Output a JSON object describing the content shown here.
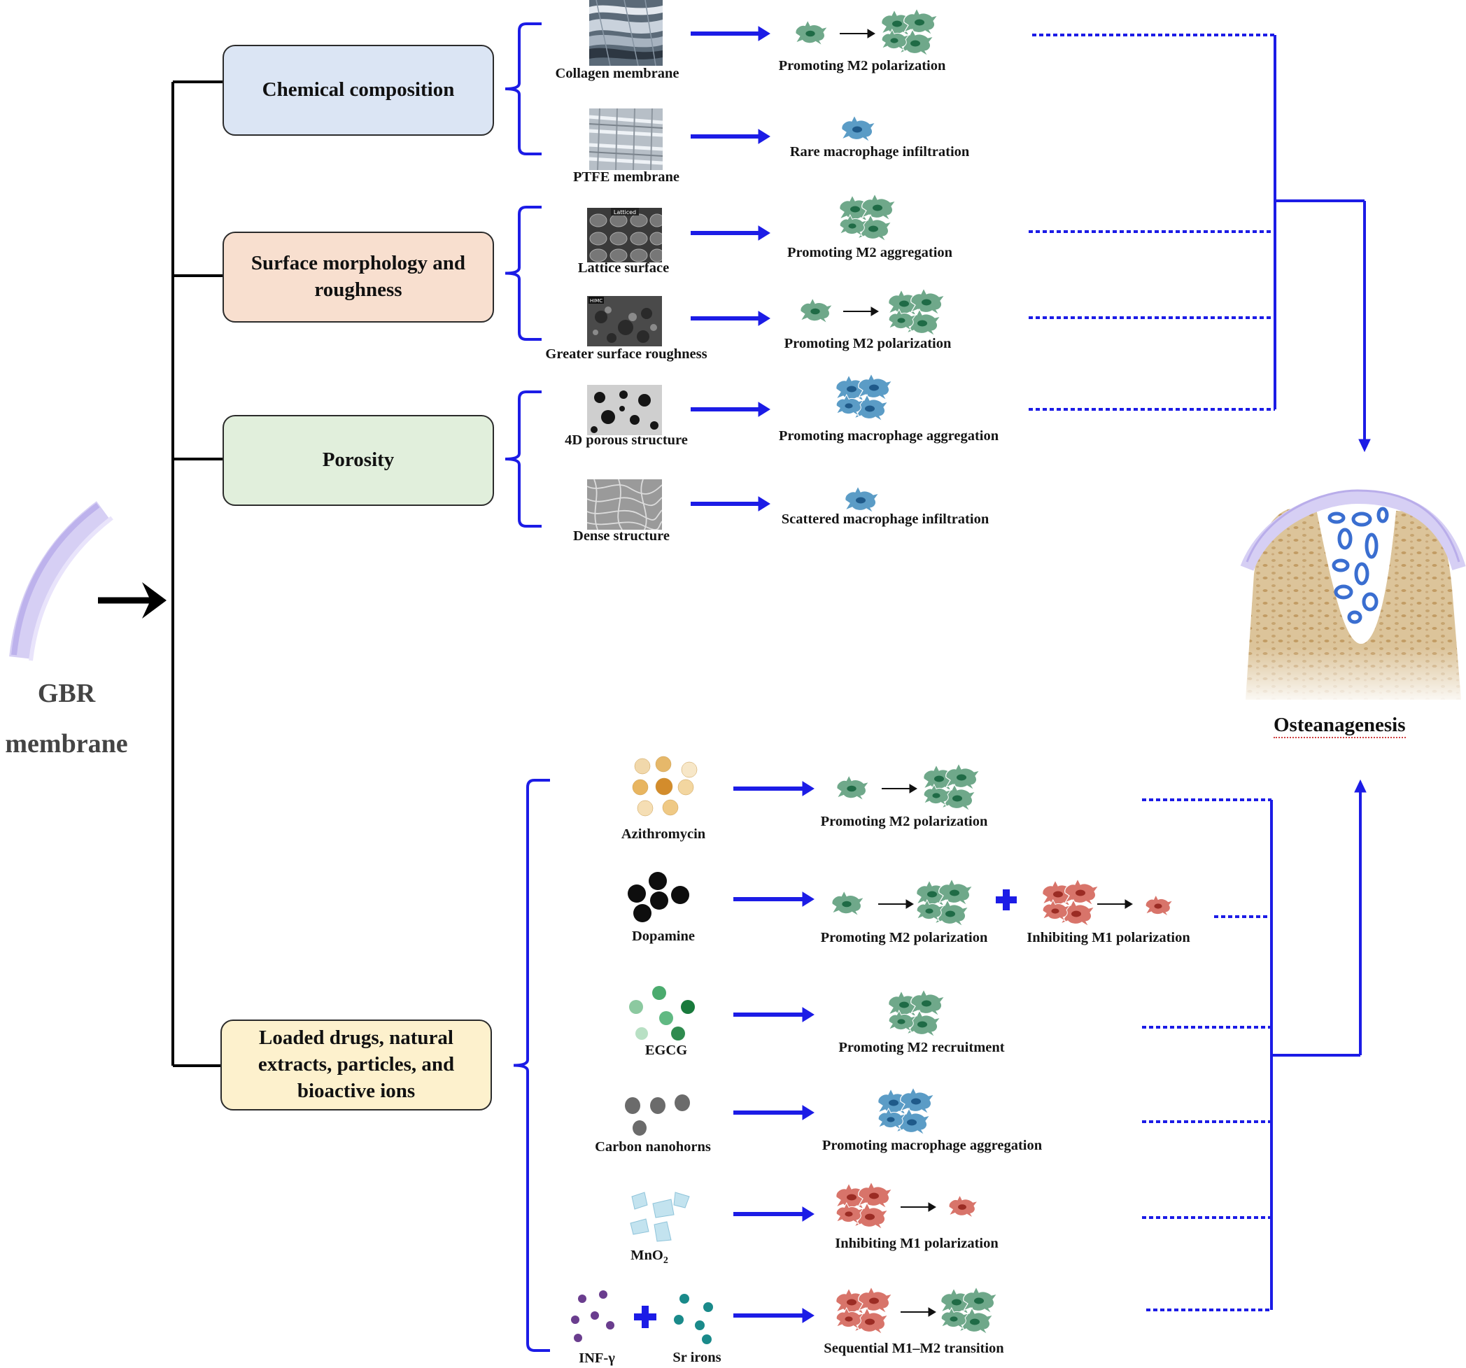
{
  "source": {
    "label_line1": "GBR",
    "label_line2": "membrane"
  },
  "categories": [
    {
      "id": "chemical",
      "lines": [
        "Chemical composition"
      ],
      "fill": "#dbe5f4"
    },
    {
      "id": "surface",
      "lines": [
        "Surface morphology and",
        "roughness"
      ],
      "fill": "#f8dfcf"
    },
    {
      "id": "porosity",
      "lines": [
        "Porosity"
      ],
      "fill": "#e1efdc"
    },
    {
      "id": "loaded",
      "lines": [
        "Loaded drugs, natural",
        "extracts, particles, and",
        "bioactive ions"
      ],
      "fill": "#fdf1cd"
    }
  ],
  "membrane_items": [
    {
      "material": "Collagen membrane",
      "effect": "Promoting M2 polarization",
      "texture": "collagen-sem"
    },
    {
      "material": "PTFE membrane",
      "effect": "Rare macrophage infiltration",
      "texture": "ptfe-sem"
    },
    {
      "material": "Lattice surface",
      "effect": "Promoting M2 aggregation",
      "texture": "lattice-sem",
      "inset_label": "Latticed"
    },
    {
      "material": "Greater surface roughness",
      "effect": "Promoting M2 polarization",
      "texture": "rough-sem",
      "inset_label": "HIMC"
    },
    {
      "material": "4D porous structure",
      "effect": "Promoting macrophage aggregation",
      "texture": "porous-sem"
    },
    {
      "material": "Dense structure",
      "effect": "Scattered macrophage infiltration",
      "texture": "dense-sem"
    }
  ],
  "loaded_items": [
    {
      "material": "Azithromycin",
      "effect": "Promoting M2 polarization"
    },
    {
      "material": "Dopamine",
      "effect": "Promoting M2 polarization",
      "effect2": "Inhibiting M1 polarization"
    },
    {
      "material": "EGCG",
      "effect": "Promoting M2 recruitment"
    },
    {
      "material": "Carbon nanohorns",
      "effect": "Promoting macrophage aggregation"
    },
    {
      "material": "MnO",
      "material_subscript": "2",
      "effect": "Inhibiting M1 polarization"
    },
    {
      "material": "INF-γ",
      "material2": "Sr irons",
      "effect": "Sequential M1–M2 transition"
    }
  ],
  "outcome": {
    "label": "Osteanagenesis"
  },
  "colors": {
    "connector_blue": "#1c1ce6",
    "bracket_black": "#000000",
    "m2_cell": "#6fa88a",
    "m2_nucleus": "#1f6b46",
    "m0_cell": "#5b9cc6",
    "m0_nucleus": "#1f5a8a",
    "m1_cell": "#d8746a",
    "m1_nucleus": "#9b2c24",
    "bone": "#dcc49a",
    "membrane_lavender": "#d7d0f3",
    "particle_blue": "#3a6ed0"
  }
}
